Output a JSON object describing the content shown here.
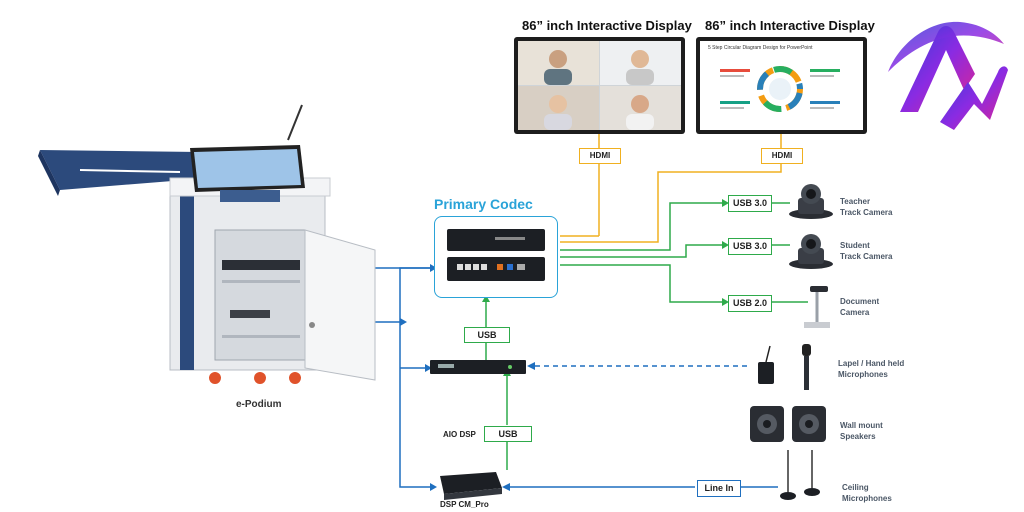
{
  "displays": [
    {
      "title": "86” inch Interactive Display",
      "port": "HDMI"
    },
    {
      "title": "86” inch Interactive Display",
      "port": "HDMI",
      "slide_title": "5 Step Circular Diagram Design for PowerPoint"
    }
  ],
  "codec": {
    "title": "Primary Codec"
  },
  "podium": {
    "label": "e-Podium"
  },
  "usb_link": "USB",
  "dsp": {
    "label": "AIO DSP",
    "usb": "USB"
  },
  "dsp_cm": {
    "label": "DSP CM_Pro"
  },
  "peripherals": [
    {
      "port": "USB 3.0",
      "label": "Teacher\nTrack Camera"
    },
    {
      "port": "USB 3.0",
      "label": "Student\nTrack Camera"
    },
    {
      "port": "USB 2.0",
      "label": "Document\nCamera"
    }
  ],
  "mics": {
    "label": "Lapel / Hand held\nMicrophones"
  },
  "speakers": {
    "label": "Wall mount\nSpeakers"
  },
  "ceiling": {
    "label": "Ceiling\nMicrophones",
    "port": "Line In"
  },
  "colors": {
    "hdmi": "#f0b020",
    "usb": "#2eaa4a",
    "audio": "#1f6fbf",
    "codec_title": "#2aa3d8"
  }
}
